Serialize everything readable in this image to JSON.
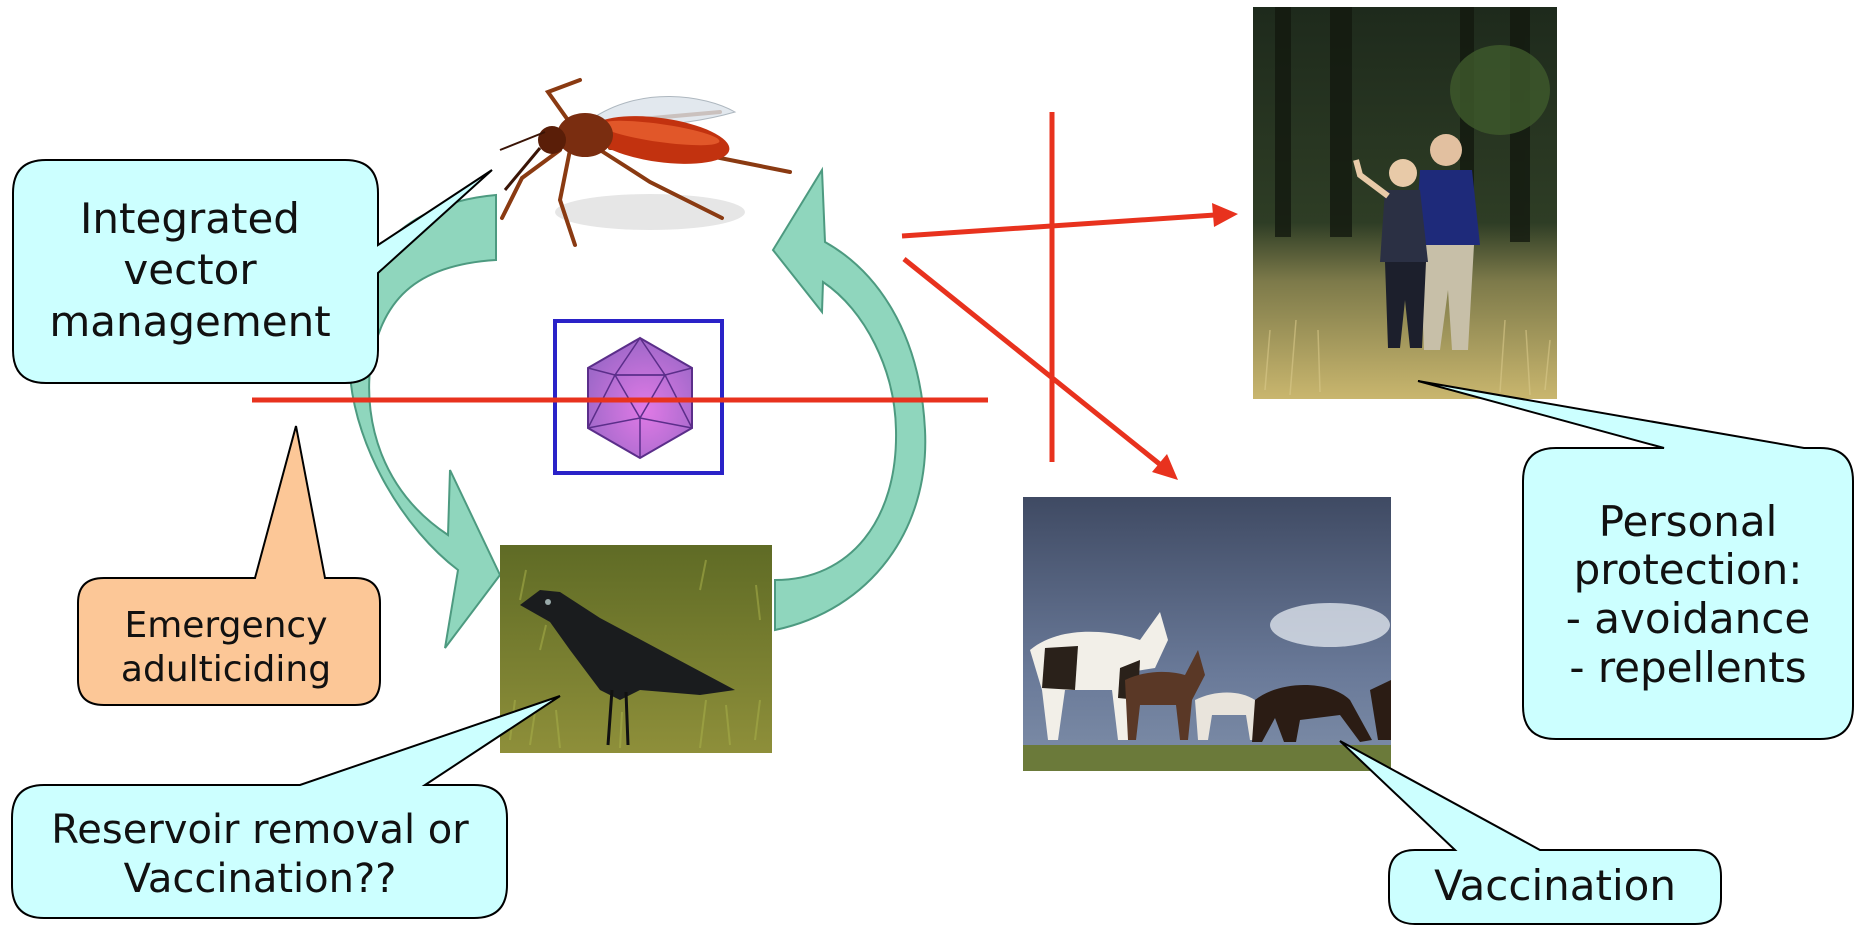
{
  "callouts": {
    "integrated_vector_management": "Integrated\nvector\nmanagement",
    "emergency_adulticiding": "Emergency\nadulticiding",
    "reservoir": "Reservoir removal or\nVaccination??",
    "personal_protection": "Personal\nprotection:\n- avoidance\n- repellents",
    "vaccination": "Vaccination"
  },
  "images": {
    "vector": "mosquito",
    "virus": "icosahedral-virus",
    "reservoir_host": "crow",
    "human_host": "people-walking",
    "horse_host": "horses"
  },
  "colors": {
    "callout_fill": "#ccffff",
    "emergency_fill": "#fcc797",
    "cycle_arrow": "#7fd0b4",
    "block_line": "#e8321e",
    "virus_frame": "#2a22c8",
    "virus_body": "#b27ad6"
  }
}
